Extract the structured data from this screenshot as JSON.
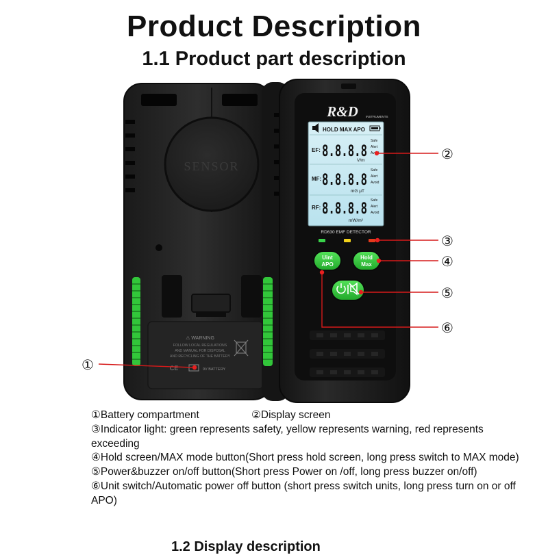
{
  "header": {
    "title": "Product Description",
    "subtitle": "1.1 Product part description"
  },
  "device": {
    "back_sensor_label": "SENSOR",
    "brand": "R&D",
    "brand_sub": "INSTRUMENTS",
    "status_bar": "HOLD MAX APO",
    "rows": [
      {
        "label": "EF:",
        "digits": "8.8.8.8",
        "unit": "V/m",
        "levels": [
          "Safe",
          "Alert",
          "Avoid"
        ]
      },
      {
        "label": "MF:",
        "digits": "8.8.8.8",
        "unit": "mG μT",
        "levels": [
          "Safe",
          "Alert",
          "Avoid"
        ]
      },
      {
        "label": "RF:",
        "digits": "8.8.8.8",
        "unit": "mW/m²",
        "levels": [
          "Safe",
          "Alert",
          "Avoid"
        ]
      }
    ],
    "model": "RD630  EMF  DETECTOR",
    "indicator_colors": [
      "#39d24a",
      "#f2d21b",
      "#e43a1c"
    ],
    "btn_unit": [
      "Uint",
      "APO"
    ],
    "btn_hold": [
      "Hold",
      "Max"
    ],
    "btn_power_icon": "power-buzzer-icon",
    "warning": {
      "title": "⚠ WARNING",
      "lines": [
        "FOLLOW LOCAL REGULATIONS",
        "AND MANUAL FOR DISPOSAL",
        "AND RECYCLING OF THE BATTERY"
      ],
      "marks": "CE",
      "battery": "9V BATTERY"
    },
    "accent_green": "#3bd03e"
  },
  "callouts": {
    "c1": "①",
    "c2": "②",
    "c3": "③",
    "c4": "④",
    "c5": "⑤",
    "c6": "⑥"
  },
  "description": {
    "line1a": "①Battery compartment",
    "line1b": "②Display screen",
    "line2": "③Indicator light: green represents safety, yellow represents warning, red represents exceeding",
    "line3": "④Hold screen/MAX mode button(Short press hold screen, long press switch to MAX mode)",
    "line4": "⑤Power&buzzer on/off button(Short press Power on /off, long press buzzer on/off)",
    "line5": "⑥Unit switch/Automatic power off button (short press switch units, long press turn on or off APO)"
  },
  "footer": {
    "cut_text": "1.2 Display description"
  }
}
